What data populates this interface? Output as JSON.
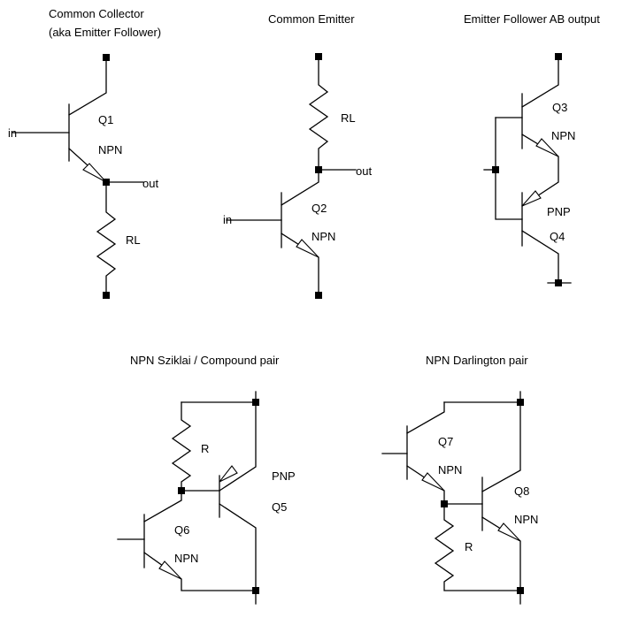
{
  "circuits": {
    "common_collector": {
      "title": "Common Collector",
      "subtitle": "(aka Emitter Follower)",
      "in": "in",
      "out": "out",
      "q": "Q1",
      "type": "NPN",
      "r": "RL"
    },
    "common_emitter": {
      "title": "Common Emitter",
      "in": "in",
      "out": "out",
      "q": "Q2",
      "type": "NPN",
      "r": "RL"
    },
    "emitter_follower_ab": {
      "title": "Emitter Follower AB output",
      "q_top": "Q3",
      "type_top": "NPN",
      "q_bottom": "Q4",
      "type_bottom": "PNP"
    },
    "sziklai": {
      "title": "NPN Sziklai / Compound pair",
      "r": "R",
      "q_pnp": "Q5",
      "type_pnp": "PNP",
      "q_npn": "Q6",
      "type_npn": "NPN"
    },
    "darlington": {
      "title": "NPN Darlington pair",
      "q1": "Q7",
      "type1": "NPN",
      "q2": "Q8",
      "type2": "NPN",
      "r": "R"
    }
  }
}
